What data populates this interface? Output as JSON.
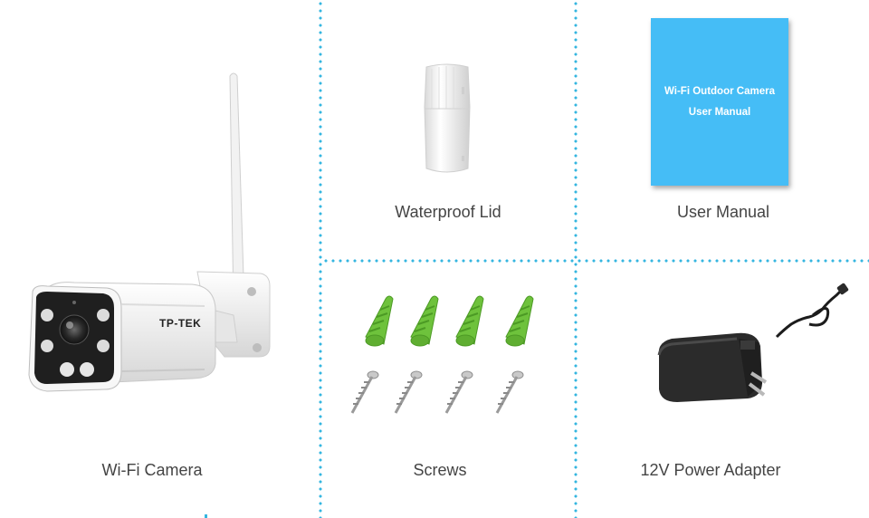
{
  "items": {
    "waterproof_lid": {
      "label": "Waterproof Lid"
    },
    "user_manual": {
      "label": "User Manual",
      "cover_line1": "Wi-Fi Outdoor Camera",
      "cover_line2": "User Manual"
    },
    "wifi_camera": {
      "label": "Wi-Fi Camera",
      "brand": "TP-TEK"
    },
    "screws": {
      "label": "Screws"
    },
    "power_adapter": {
      "label": "12V Power Adapter"
    }
  },
  "colors": {
    "divider": "#35b6e0",
    "manual_cover": "#45bdf6",
    "anchor_green": "#6ec23c",
    "label_text": "#444444"
  },
  "icons": [
    "camera-icon",
    "waterproof-lid-icon",
    "manual-icon",
    "wall-anchor-icon",
    "screw-icon",
    "power-adapter-icon"
  ]
}
